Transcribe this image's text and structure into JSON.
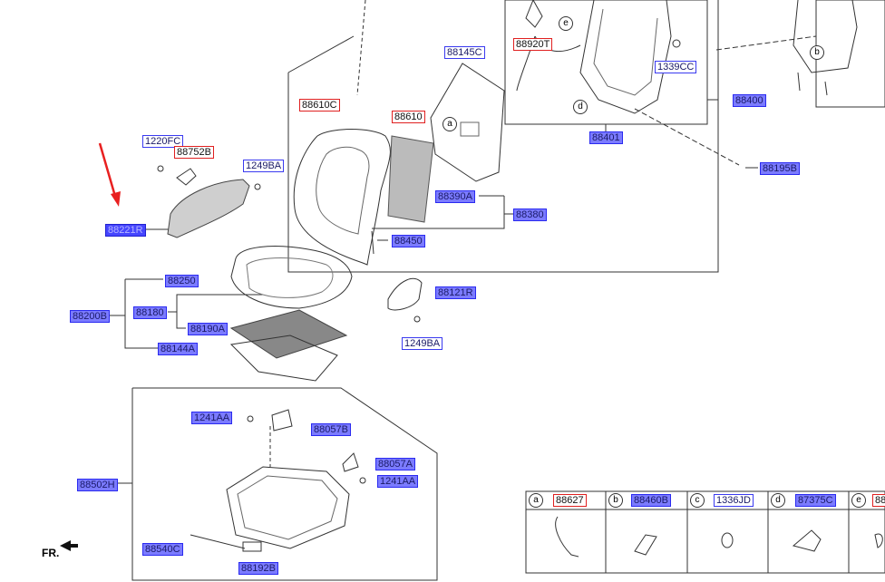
{
  "callouts": {
    "p88145C": "88145C",
    "p88920T": "88920T",
    "p1339CC": "1339CC",
    "p88400": "88400",
    "p88401": "88401",
    "p88610C": "88610C",
    "p88610": "88610",
    "p1220FC": "1220FC",
    "p88752B": "88752B",
    "p1249BA_a": "1249BA",
    "p88221R": "88221R",
    "p88195B": "88195B",
    "p88390A": "88390A",
    "p88380": "88380",
    "p88450": "88450",
    "p88250": "88250",
    "p88180": "88180",
    "p88200B": "88200B",
    "p88190A": "88190A",
    "p88144A": "88144A",
    "p88121R": "88121R",
    "p1249BA_b": "1249BA",
    "p1241AA_a": "1241AA",
    "p88057B": "88057B",
    "p88057A": "88057A",
    "p1241AA_b": "1241AA",
    "p88502H": "88502H",
    "p88540C": "88540C",
    "p88192B": "88192B"
  },
  "circles": {
    "a": "a",
    "b": "b",
    "d": "d",
    "e": "e"
  },
  "front_label": "FR.",
  "legend": [
    {
      "key": "a",
      "part": "88627"
    },
    {
      "key": "b",
      "part": "88460B"
    },
    {
      "key": "c",
      "part": "1336JD"
    },
    {
      "key": "d",
      "part": "87375C"
    },
    {
      "key": "e",
      "part": "88"
    }
  ],
  "colors": {
    "part_highlight": "#4646ff",
    "part_box_blue": "#3a3af0",
    "part_box_red": "#e02020",
    "pointer_arrow": "#e82020"
  }
}
